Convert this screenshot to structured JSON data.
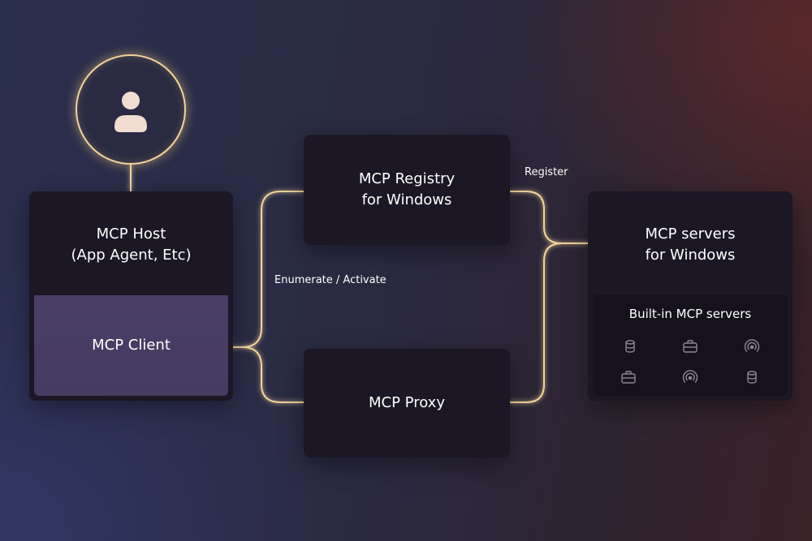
{
  "host": {
    "title": "MCP Host\n(App Agent, Etc)",
    "client_label": "MCP Client"
  },
  "user": {
    "icon": "user-avatar-icon"
  },
  "registry": {
    "title": "MCP Registry\nfor Windows"
  },
  "proxy": {
    "title": "MCP Proxy"
  },
  "servers": {
    "title": "MCP servers\nfor Windows",
    "builtin_label": "Built-in MCP servers",
    "icons": [
      "database-icon",
      "briefcase-icon",
      "broadcast-icon",
      "briefcase-icon",
      "broadcast-icon",
      "database-icon"
    ]
  },
  "edges": {
    "register": "Register",
    "enumerate_activate": "Enumerate / Activate"
  },
  "colors": {
    "connector": "#f2d49a",
    "card_background": "#1b1725",
    "client_panel": "#4a3e66",
    "text": "#ffffff"
  }
}
